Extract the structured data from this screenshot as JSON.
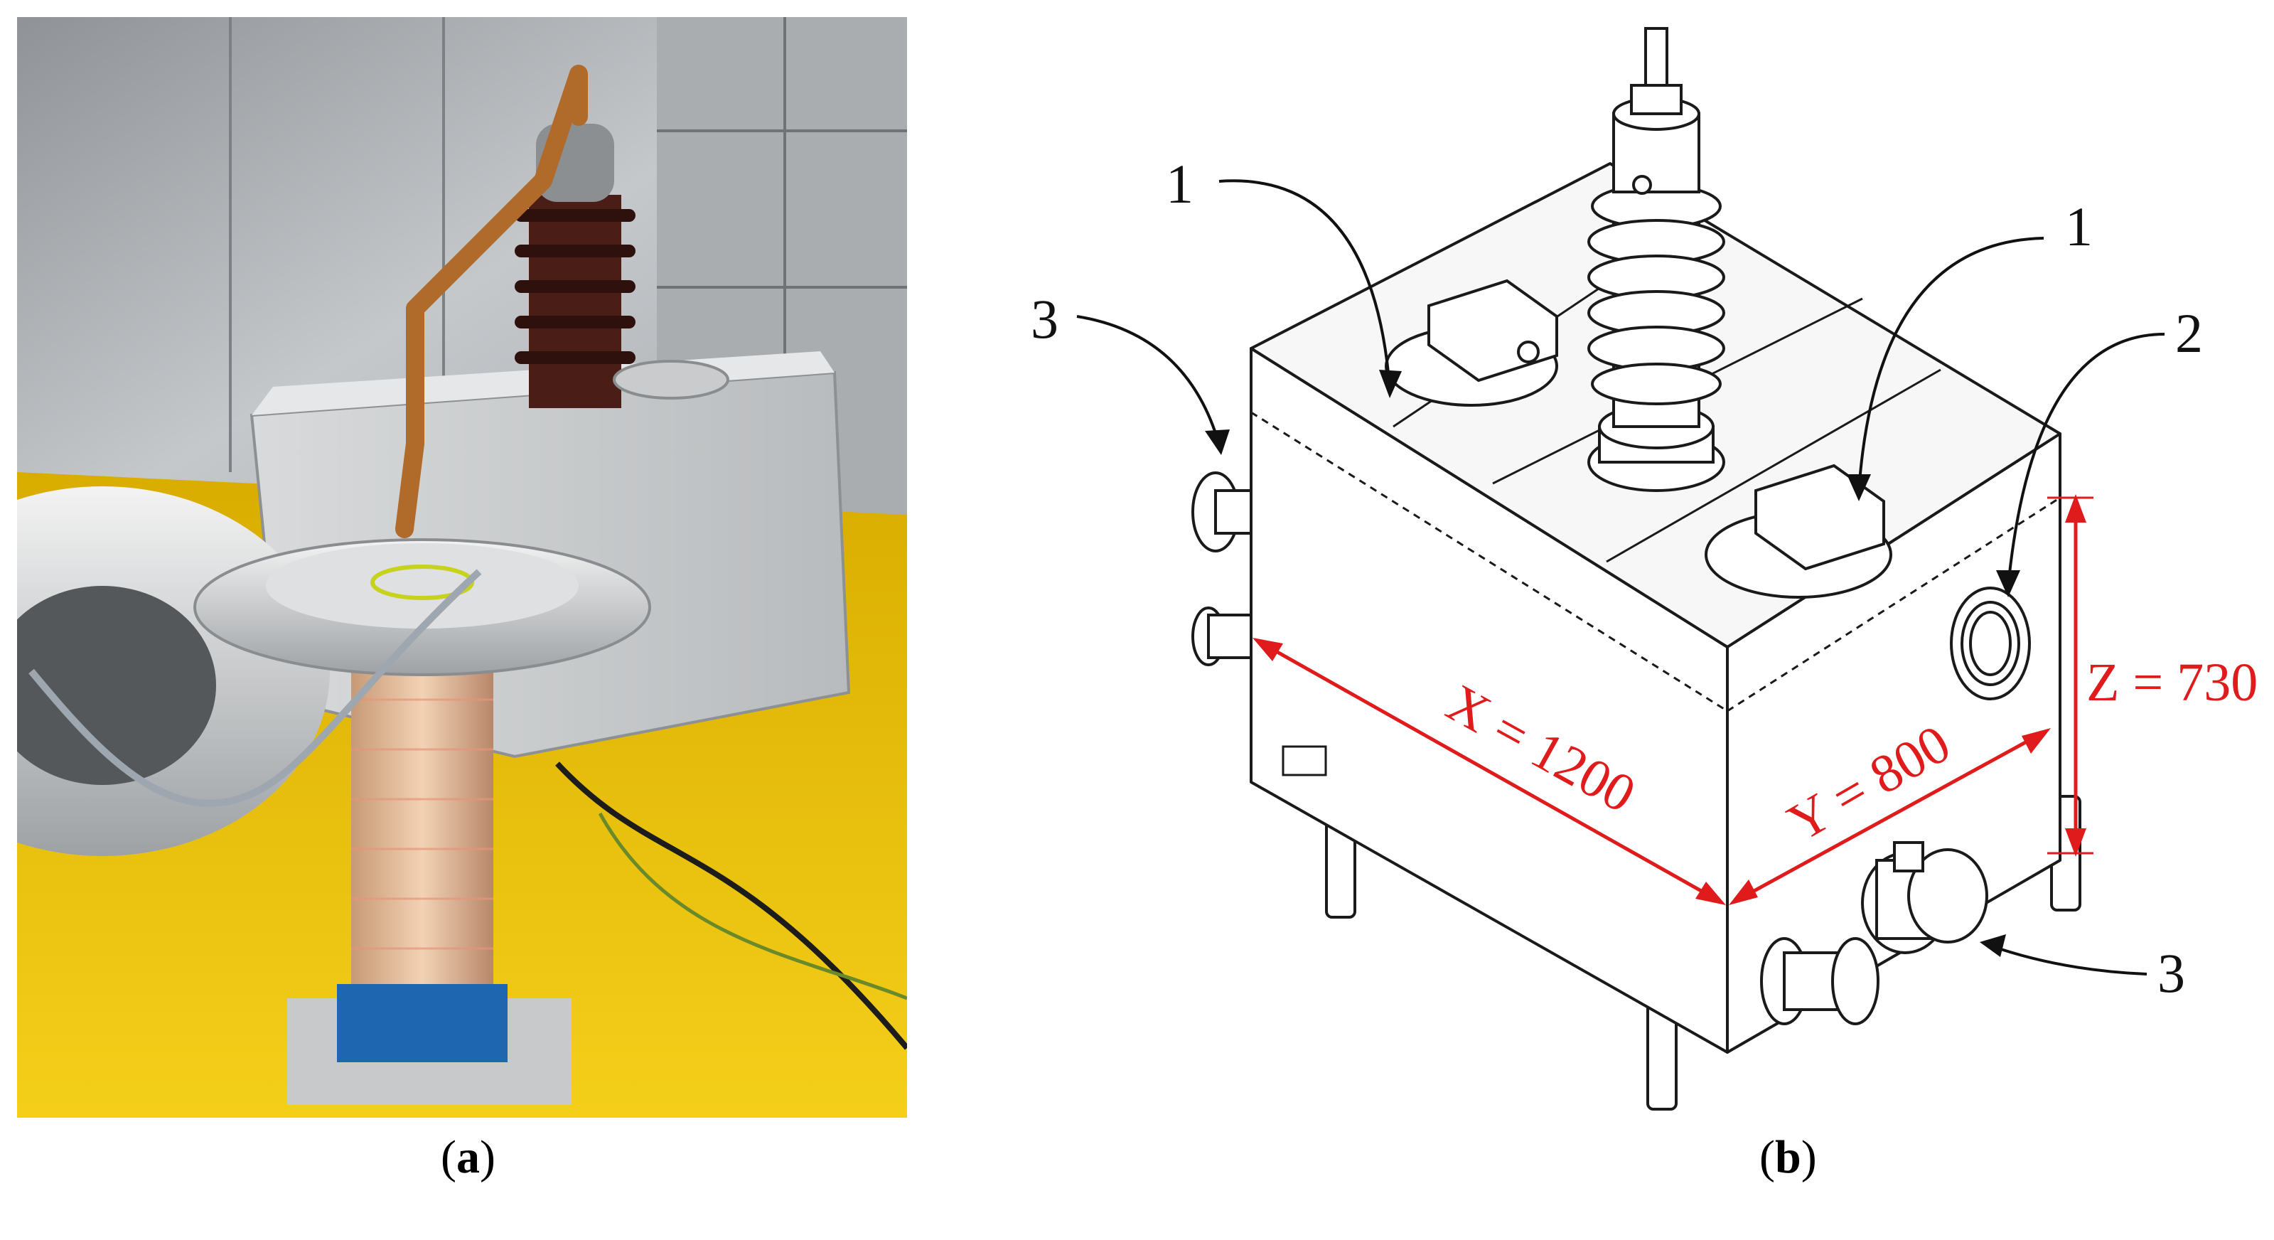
{
  "panels": [
    {
      "label": "a"
    },
    {
      "label": "b"
    }
  ],
  "callouts": {
    "c1_left": "1",
    "c1_right": "1",
    "c2": "2",
    "c3_left": "3",
    "c3_right": "3"
  },
  "dimensions": {
    "x": "X = 1200",
    "y": "Y = 800",
    "z": "Z = 730"
  },
  "colors": {
    "dimension": "#e01b1b",
    "floor": "#f2c500",
    "wall": "#b9bcbf",
    "copper": "#b06a2a",
    "insulator": "#4a1e17",
    "ring": "#1f66b0"
  }
}
